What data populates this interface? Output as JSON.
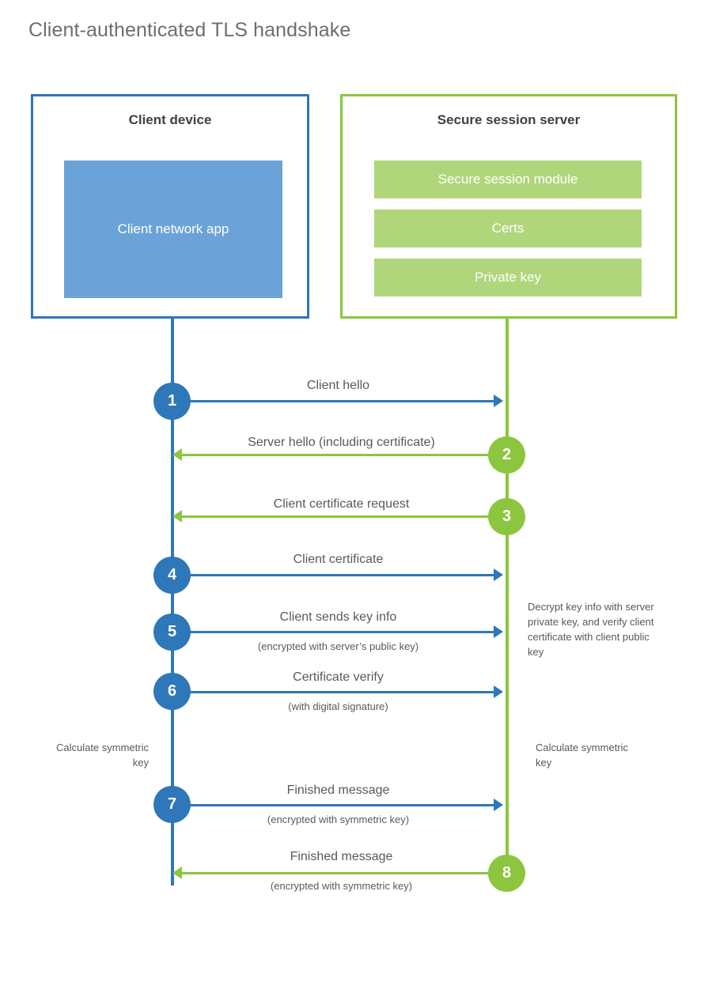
{
  "page": {
    "title": "Client-authenticated TLS handshake",
    "background": "#ffffff"
  },
  "colors": {
    "client_primary": "#2e77b8",
    "client_fill": "#6ba3d8",
    "server_primary": "#8cc63e",
    "server_fill": "#b0d67c",
    "text": "#58595b",
    "heading": "#414042"
  },
  "entities": {
    "client": {
      "title": "Client device",
      "blocks": [
        {
          "label": "Client network app"
        }
      ]
    },
    "server": {
      "title": "Secure session server",
      "blocks": [
        {
          "label": "Secure session module"
        },
        {
          "label": "Certs"
        },
        {
          "label": "Private key"
        }
      ]
    }
  },
  "notes": {
    "server_processing": "Decrypt key info with server private key, and verify client certificate with client public key",
    "client_calculate": "Calculate symmetric key",
    "server_calculate": "Calculate symmetric key"
  },
  "steps": [
    {
      "number": "1",
      "label": "Client hello",
      "sub": "",
      "direction": "client-to-server",
      "color": "blue"
    },
    {
      "number": "2",
      "label": "Server hello (including certificate)",
      "sub": "",
      "direction": "server-to-client",
      "color": "green"
    },
    {
      "number": "3",
      "label": "Client certificate request",
      "sub": "",
      "direction": "server-to-client",
      "color": "green"
    },
    {
      "number": "4",
      "label": "Client certificate",
      "sub": "",
      "direction": "client-to-server",
      "color": "blue"
    },
    {
      "number": "5",
      "label": "Client sends key info",
      "sub": "(encrypted with server’s public key)",
      "direction": "client-to-server",
      "color": "blue"
    },
    {
      "number": "6",
      "label": "Certificate verify",
      "sub": "(with digital signature)",
      "direction": "client-to-server",
      "color": "blue"
    },
    {
      "number": "7",
      "label": "Finished message",
      "sub": "(encrypted with symmetric key)",
      "direction": "client-to-server",
      "color": "blue"
    },
    {
      "number": "8",
      "label": "Finished message",
      "sub": "(encrypted with symmetric key)",
      "direction": "server-to-client",
      "color": "green"
    }
  ]
}
